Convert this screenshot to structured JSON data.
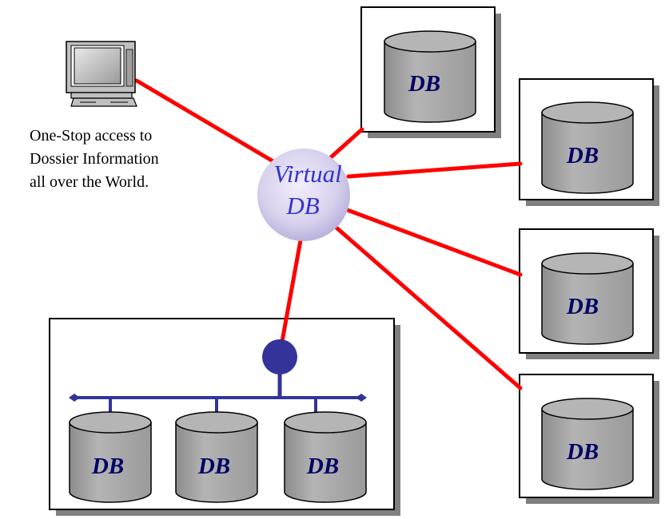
{
  "caption": {
    "line1": "One-Stop access to",
    "line2": "Dossier Information",
    "line3": "all over the World."
  },
  "virtual_db": {
    "line1": "Virtual",
    "line2": "DB"
  },
  "db_label": "DB",
  "colors": {
    "link": "#ff0000",
    "bus": "#333399",
    "db_fill": "#a6a6a6",
    "db_label": "#000066",
    "vdb_label": "#3333cc",
    "shadow": "#808080"
  }
}
